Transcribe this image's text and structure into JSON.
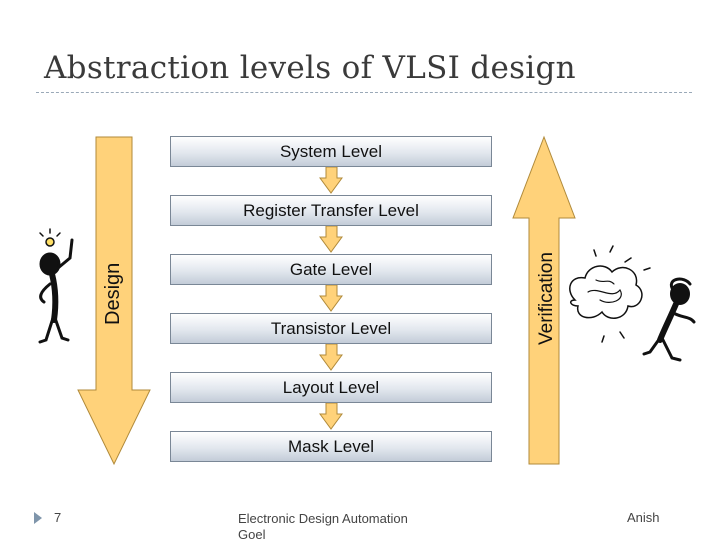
{
  "slide": {
    "title": "Abstraction levels of VLSI design"
  },
  "levels": [
    {
      "label": "System Level"
    },
    {
      "label": "Register Transfer Level"
    },
    {
      "label": "Gate Level"
    },
    {
      "label": "Transistor Level"
    },
    {
      "label": "Layout Level"
    },
    {
      "label": "Mask Level"
    }
  ],
  "arrows": {
    "down_label": "Design",
    "up_label": "Verification",
    "fill_color": "#ffd27a",
    "stroke_color": "#b08a3a"
  },
  "footer": {
    "page_number": "7",
    "center_text": "Electronic Design Automation",
    "author_first": "Anish",
    "author_last": "Goel"
  },
  "colors": {
    "title": "#3a3a3a",
    "box_border": "#7a8796",
    "connector_fill": "#ffd27a",
    "bullet": "#7f95ab"
  }
}
